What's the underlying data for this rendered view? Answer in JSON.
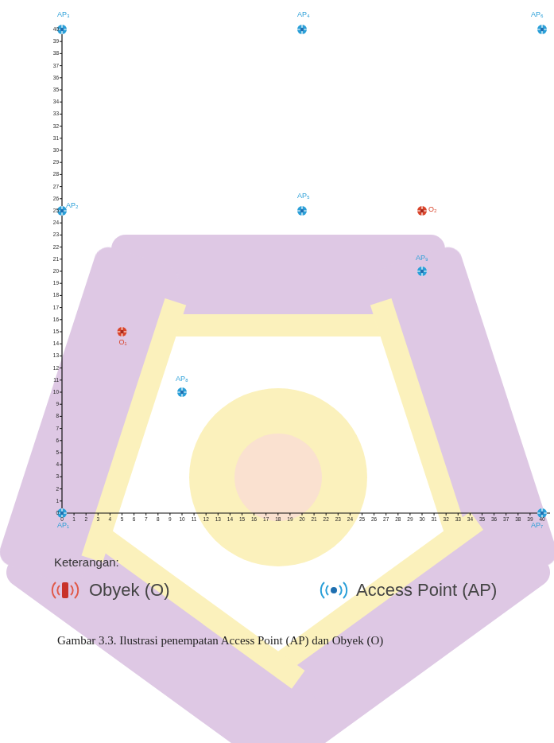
{
  "diagram": {
    "caption": "Gambar 3.3. Ilustrasi penempatan Access Point (AP) dan Obyek (O)",
    "labels": [
      "AP₁",
      "AP₂",
      "AP₃",
      "AP₄",
      "AP₅",
      "AP₆",
      "AP₇",
      "AP₈",
      "AP₉",
      "O₁",
      "O₂",
      "0",
      "1",
      "2",
      "3",
      "4",
      "5",
      "6",
      "7",
      "8",
      "9",
      "10",
      "11",
      "12",
      "13",
      "14",
      "15",
      "16",
      "17",
      "18",
      "19",
      "20",
      "21",
      "22",
      "23",
      "24",
      "25",
      "26",
      "27",
      "28",
      "29",
      "30",
      "31",
      "32",
      "33",
      "34",
      "35",
      "36",
      "37",
      "38",
      "39",
      "40",
      "0",
      "1",
      "2",
      "3",
      "4",
      "5",
      "6",
      "7",
      "8",
      "9",
      "10",
      "11",
      "12",
      "13",
      "14",
      "15",
      "16",
      "17",
      "18",
      "19",
      "20",
      "21",
      "22",
      "23",
      "24",
      "25",
      "26",
      "27",
      "28",
      "29",
      "30",
      "31",
      "32",
      "33",
      "34",
      "35",
      "36",
      "37",
      "38",
      "39",
      "40",
      "Keterangan:"
    ],
    "legend": [
      {
        "text": "Obyek (O)"
      },
      {
        "text": "Access Point (AP)"
      }
    ]
  }
}
